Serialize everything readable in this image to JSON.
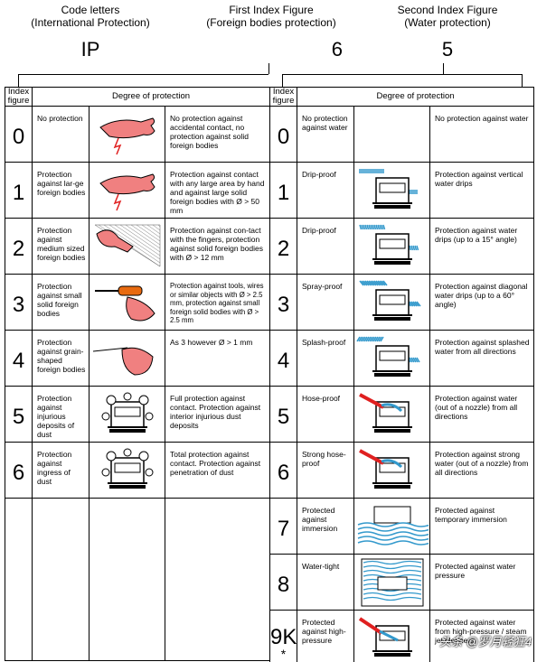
{
  "header": {
    "code": {
      "line1": "Code letters",
      "line2": "(International Protection)",
      "value": "IP"
    },
    "first": {
      "line1": "First Index Figure",
      "line2": "(Foreign bodies protection)",
      "value": "6"
    },
    "second": {
      "line1": "Second Index Figure",
      "line2": "(Water protection)",
      "value": "5"
    }
  },
  "left": {
    "col_index": "Index figure",
    "col_degree": "Degree of protection",
    "rows": [
      {
        "num": "0",
        "label": "No protection",
        "icon": "hand-icon",
        "desc": "No protection against accidental contact, no protection against solid foreign bodies"
      },
      {
        "num": "1",
        "label": "Protection against lar-ge foreign bodies",
        "icon": "hand-icon",
        "desc": "Protection against contact with any large area by hand and against large solid foreign bodies with Ø > 50 mm"
      },
      {
        "num": "2",
        "label": "Protection against medium sized foreign bodies",
        "icon": "finger-icon",
        "desc": "Protection against con-tact with the fingers, protection against solid foreign bodies with Ø > 12 mm"
      },
      {
        "num": "3",
        "label": "Protection against small solid foreign bodies",
        "icon": "screwdriver-icon",
        "desc": "Protection against tools, wires or similar objects with Ø > 2.5 mm, protection against small foreign solid bodies with Ø > 2.5 mm"
      },
      {
        "num": "4",
        "label": "Protection against grain-shaped foreign bodies",
        "icon": "needle-icon",
        "desc": "As 3 however Ø > 1 mm"
      },
      {
        "num": "5",
        "label": "Protection against injurious deposits of dust",
        "icon": "dust-box-icon",
        "desc": "Full protection against contact. Protection against interior injurious dust deposits"
      },
      {
        "num": "6",
        "label": "Protection against ingress of dust",
        "icon": "dust-box-icon",
        "desc": "Total protection against contact. Protection against penetration of dust"
      }
    ]
  },
  "right": {
    "col_index": "Index figure",
    "col_degree": "Degree of protection",
    "rows": [
      {
        "num": "0",
        "label": "No protection against water",
        "icon": "",
        "desc": "No protection against water"
      },
      {
        "num": "1",
        "label": "Drip-proof",
        "icon": "drip-icon",
        "desc": "Protection against vertical water drips"
      },
      {
        "num": "2",
        "label": "Drip-proof",
        "icon": "drip-angle-icon",
        "desc": "Protection against water drips (up to a 15° angle)"
      },
      {
        "num": "3",
        "label": "Spray-proof",
        "icon": "spray-icon",
        "desc": "Protection against diagonal water drips (up to a 60° angle)"
      },
      {
        "num": "4",
        "label": "Splash-proof",
        "icon": "splash-icon",
        "desc": "Protection against splashed water from all directions"
      },
      {
        "num": "5",
        "label": "Hose-proof",
        "icon": "hose-icon",
        "desc": "Protection against water (out of a nozzle) from all directions"
      },
      {
        "num": "6",
        "label": "Strong hose-proof",
        "icon": "hose-icon",
        "desc": "Protection against strong water (out of a nozzle) from all directions"
      },
      {
        "num": "7",
        "label": "Protected against immersion",
        "icon": "immersion-icon",
        "desc": "Protected against temporary immersion"
      },
      {
        "num": "8",
        "label": "Water-tight",
        "icon": "submersion-icon",
        "desc": "Protected against water pressure"
      },
      {
        "num": "9K",
        "star": "*",
        "label": "Protected against high-pressure",
        "icon": "high-pressure-icon",
        "desc": "Protected against water from high-pressure / steam jet cleaners"
      }
    ]
  },
  "watermark": "头条 @罗月轻狂4",
  "colors": {
    "skin": "#f08080",
    "water": "#3399cc",
    "red": "#e02020",
    "orange": "#e86a10"
  }
}
